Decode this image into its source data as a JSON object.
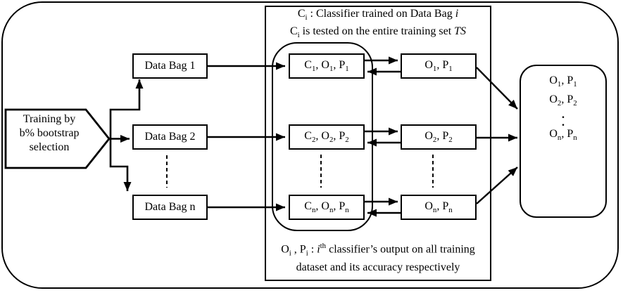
{
  "colors": {
    "ink": "#000000",
    "paper": "#ffffff"
  },
  "training_selector": {
    "lines": [
      "Training by",
      "b% bootstrap",
      "selection"
    ]
  },
  "data_bags": [
    {
      "label": "Data Bag 1"
    },
    {
      "label": "Data Bag 2"
    },
    {
      "label": "Data Bag n"
    }
  ],
  "classifier_panel": {
    "note_top": {
      "line1": "C_i : Classifier trained on Data Bag *i*",
      "line2": "C_i is tested on the entire training set *TS*"
    },
    "classifier_boxes": [
      "C_1, O_1, P_1",
      "C_2, O_2, P_2",
      "C_n, O_n, P_n"
    ],
    "output_boxes": [
      "O_1, P_1",
      "O_2, P_2",
      "O_n, P_n"
    ],
    "note_bottom": {
      "line1": "O_i , P_i : *i*^th classifier’s output on all training",
      "line2": "dataset and its accuracy respectively"
    }
  },
  "aggregate_box": {
    "lines": [
      "O_1, P_1",
      "O_2, P_2",
      ".",
      ".",
      "O_n, P_n"
    ]
  }
}
